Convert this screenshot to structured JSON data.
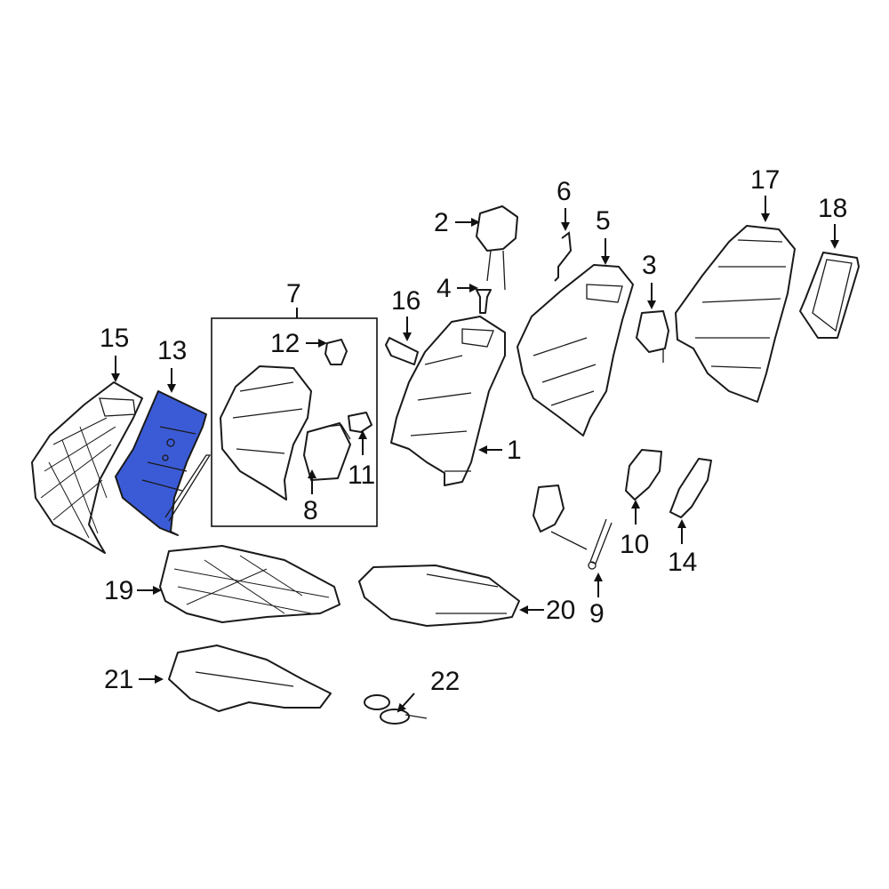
{
  "diagram": {
    "highlight_color": "#3b5bd6",
    "callouts": {
      "c1": "1",
      "c2": "2",
      "c3": "3",
      "c4": "4",
      "c5": "5",
      "c6": "6",
      "c7": "7",
      "c8": "8",
      "c9": "9",
      "c10": "10",
      "c11": "11",
      "c12": "12",
      "c13": "13",
      "c14": "14",
      "c15": "15",
      "c16": "16",
      "c17": "17",
      "c18": "18",
      "c19": "19",
      "c20": "20",
      "c21": "21",
      "c22": "22"
    },
    "highlighted_part": "13"
  }
}
